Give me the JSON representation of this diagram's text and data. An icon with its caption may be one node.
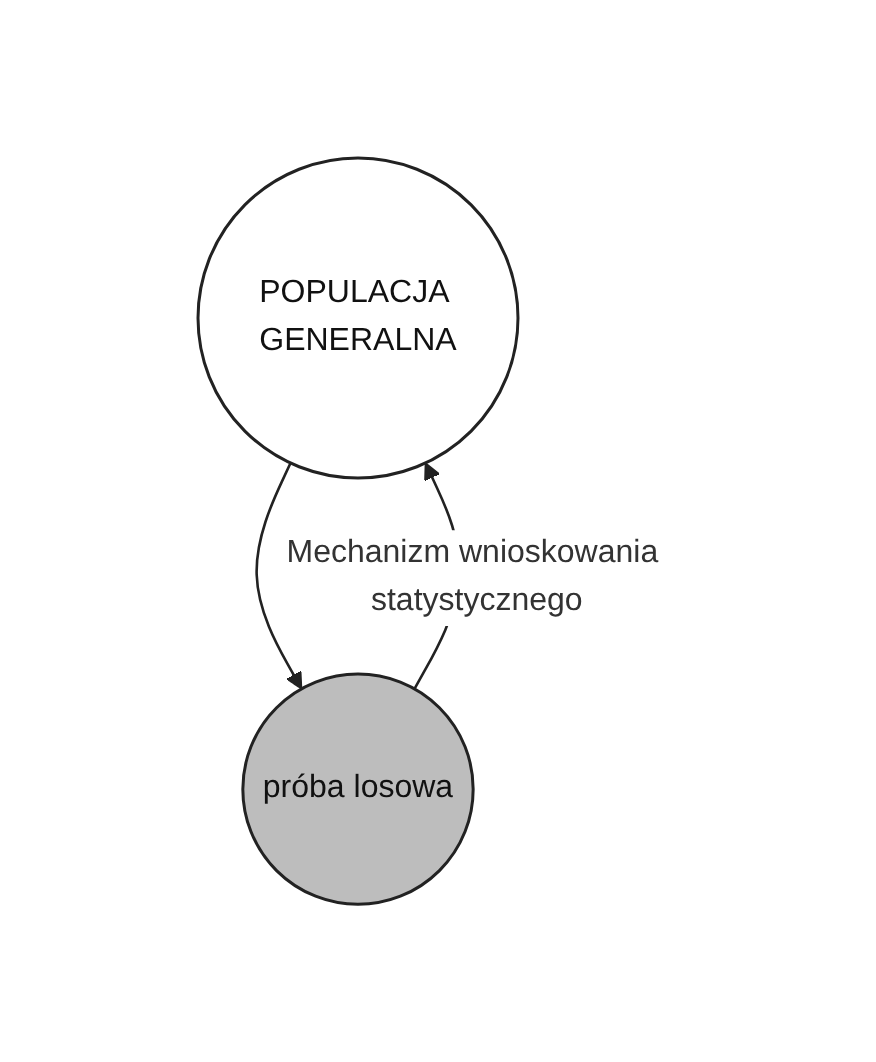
{
  "diagram": {
    "nodes": [
      {
        "text": [
          "POPULACJA GENERALNA"
        ]
      },
      {
        "text": [
          "próba losowa"
        ]
      }
    ],
    "edges": [
      {
        "from": 0,
        "to": 1,
        "arrow": "to"
      },
      {
        "from": 1,
        "to": 0,
        "arrow": "to",
        "label": "Mechanizm wnioskowania statystycznego"
      }
    ]
  }
}
